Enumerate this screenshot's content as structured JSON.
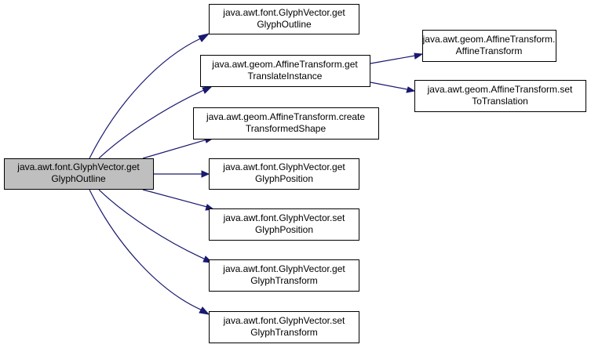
{
  "colors": {
    "edge": "#191970",
    "root_fill": "#bfbfbf",
    "node_fill": "#ffffff",
    "border": "#000000"
  },
  "nodes": {
    "root": {
      "line1": "java.awt.font.GlyphVector.get",
      "line2": "GlyphOutline"
    },
    "get_glyph_outline": {
      "line1": "java.awt.font.GlyphVector.get",
      "line2": "GlyphOutline"
    },
    "get_translate_instance": {
      "line1": "java.awt.geom.AffineTransform.get",
      "line2": "TranslateInstance"
    },
    "affine_transform": {
      "line1": "java.awt.geom.AffineTransform.",
      "line2": "AffineTransform"
    },
    "set_to_translation": {
      "line1": "java.awt.geom.AffineTransform.set",
      "line2": "ToTranslation"
    },
    "create_transformed_shape": {
      "line1": "java.awt.geom.AffineTransform.create",
      "line2": "TransformedShape"
    },
    "get_glyph_position": {
      "line1": "java.awt.font.GlyphVector.get",
      "line2": "GlyphPosition"
    },
    "set_glyph_position": {
      "line1": "java.awt.font.GlyphVector.set",
      "line2": "GlyphPosition"
    },
    "get_glyph_transform": {
      "line1": "java.awt.font.GlyphVector.get",
      "line2": "GlyphTransform"
    },
    "set_glyph_transform": {
      "line1": "java.awt.font.GlyphVector.set",
      "line2": "GlyphTransform"
    }
  },
  "edges": [
    {
      "from": "root",
      "to": "get_glyph_outline"
    },
    {
      "from": "root",
      "to": "get_translate_instance"
    },
    {
      "from": "root",
      "to": "create_transformed_shape"
    },
    {
      "from": "root",
      "to": "get_glyph_position"
    },
    {
      "from": "root",
      "to": "set_glyph_position"
    },
    {
      "from": "root",
      "to": "get_glyph_transform"
    },
    {
      "from": "root",
      "to": "set_glyph_transform"
    },
    {
      "from": "get_translate_instance",
      "to": "affine_transform"
    },
    {
      "from": "get_translate_instance",
      "to": "set_to_translation"
    }
  ]
}
